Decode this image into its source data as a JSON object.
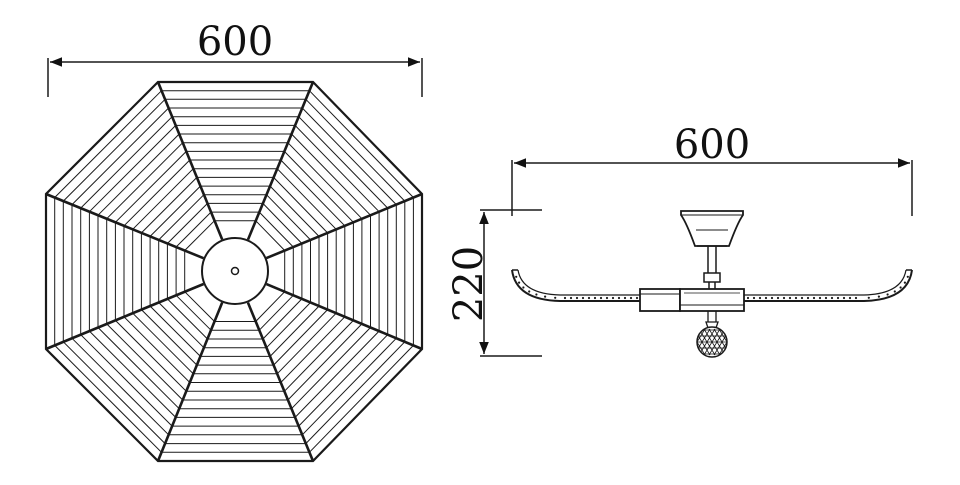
{
  "top_view": {
    "width_label": "600"
  },
  "side_view": {
    "width_label": "600",
    "height_label": "220"
  },
  "colors": {
    "line": "#1a1a1a",
    "background": "#ffffff"
  }
}
